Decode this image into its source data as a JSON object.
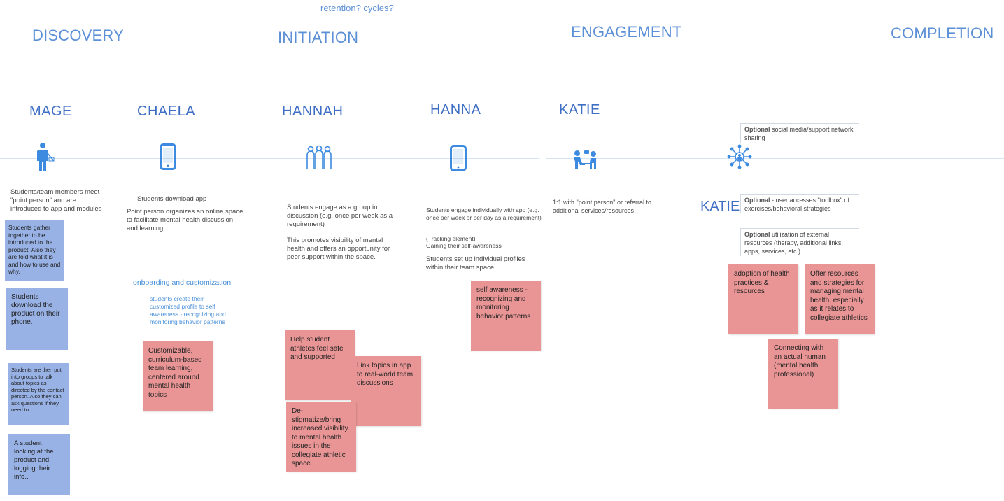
{
  "top_note": "retention? cycles?",
  "phases": {
    "discovery": "DISCOVERY",
    "initiation": "INITIATION",
    "engagement": "ENGAGEMENT",
    "completion": "COMPLETION"
  },
  "personas": {
    "p1": "MAGE",
    "p2": "CHAELA",
    "p3": "HANNAH",
    "p4": "HANNA",
    "p5": "KATIE",
    "p6": "KATIE"
  },
  "icons": {
    "p1": "person-presenting-icon",
    "p2": "smartphone-icon",
    "p3": "group-of-people-icon",
    "p4": "smartphone-icon",
    "p5": "one-on-one-meeting-icon",
    "p6": "network-hub-icon"
  },
  "colors": {
    "phase": "#5b8fd6",
    "persona": "#3f6fc4",
    "blue_sticky": "#98b2e6",
    "red_sticky": "#e99595"
  },
  "descriptions": {
    "mage": "Students/team members meet \"point person\" and are introduced to app and modules",
    "chaela_1": "Students download app",
    "chaela_2": "Point person organizes an online space to facilitate mental health discussion and learning",
    "chaela_label": "onboarding and customization",
    "chaela_sub": "students create their customized profile to self awareness - recognizing and monitoring behavior patterns",
    "hannah_1": "Students engage as a group in discussion (e.g. once per week as a requirement)",
    "hannah_2": "This promotes visibility of mental health and offers an opportunity for peer support within the space.",
    "hanna_1": "Students engage individually with app (e.g. once per week or per day as a requirement)",
    "hanna_2a": "(Tracking element)",
    "hanna_2b": "Gaining their self-awareness",
    "hanna_3": "Students set up individual profiles within their team space",
    "katie": "1:1 with \"point person\" or referral to additional services/resources"
  },
  "optional": {
    "o1_bold": "Optional",
    "o1_text": " social media/support network sharing",
    "o2_bold": "Optional",
    "o2_text": " - user accesses \"toolbox\" of exercises/behavioral strategies",
    "o3_bold": "Optional",
    "o3_text": " utilization of external resources (therapy, additional links, apps, services, etc.)"
  },
  "stickies_blue": [
    "Students gather together to be introduced to the product. Also they are told what it is and how to use and why.",
    "Students download the product on their phone.",
    "Students are then put into groups to talk about topics as directed by the contact person. Also they can ask questions if they need to.",
    "A student looking at the product and logging their info.."
  ],
  "stickies_red": {
    "chaela": "Customizable, curriculum-based team learning, centered around mental health topics",
    "hannah_a": "Help student athletes feel safe and supported",
    "hannah_b": "Link topics in app to real-world team discussions",
    "hannah_c": "De-stigmatize/bring increased visibility to mental health issues in the collegiate athletic space.",
    "hanna": "self awareness - recognizing and monitoring behavior patterns",
    "katie_a": "adoption of health practices & resources",
    "katie_b": "Offer resources and strategies for managing mental health, especially as it relates to collegiate athletics",
    "katie_c": "Connecting with an actual human (mental health professional)"
  }
}
